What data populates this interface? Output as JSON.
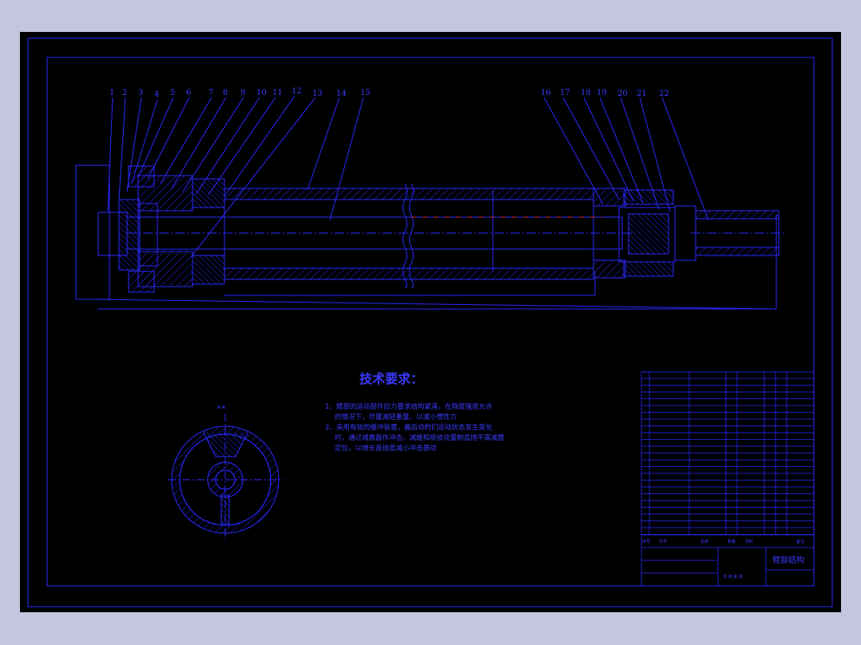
{
  "drawing": {
    "part_numbers": [
      "1",
      "2",
      "3",
      "4",
      "5",
      "6",
      "7",
      "8",
      "9",
      "10",
      "11",
      "12",
      "13",
      "14",
      "15",
      "16",
      "17",
      "18",
      "19",
      "20",
      "21",
      "22"
    ],
    "section_label": "A-A",
    "tech_requirements": {
      "title": "技术要求：",
      "notes": [
        "1、臂部的运动部件应力要求结构紧凑，在刚度强度允许",
        "的情况下，尽量减轻重量，以减小惯性力",
        "2、采用有效的缓冲装置，最后动的们运动状态发生变化",
        "时，通过减震器作冲击，减缓和吸收动量制造措平高减震",
        "定位，以增长直线度减小冲击振动"
      ]
    },
    "title_block": {
      "drawing_title": "臂部结构",
      "header_seq": "序号",
      "header_code": "代号",
      "header_name": "名称",
      "header_qty": "数量",
      "header_material": "材料",
      "header_remark": "备注",
      "sheet_info": "共 张 第 张"
    },
    "colors": {
      "line": "#2a2aff",
      "hatch": "#2a2aff",
      "accent_red": "#d03020",
      "paper": "#000000",
      "frame_bg": "#c4c6df"
    }
  }
}
